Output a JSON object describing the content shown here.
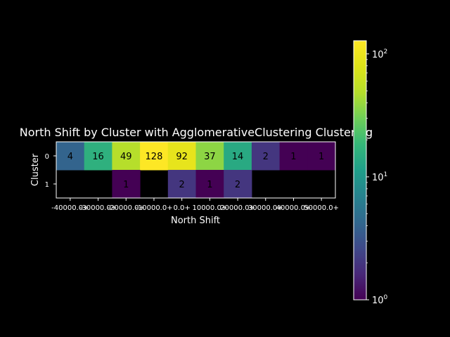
{
  "chart_data": {
    "type": "heatmap",
    "title": "North Shift by Cluster with AgglomerativeClustering Clustering",
    "xlabel": "North Shift",
    "ylabel": "Cluster",
    "x_categories": [
      "-40000.0+",
      "-30000.0+",
      "-20000.0+",
      "-10000.0+",
      "0.0+",
      "10000.0+",
      "20000.0+",
      "30000.0+",
      "40000.0+",
      "50000.0+"
    ],
    "y_categories": [
      "0",
      "1"
    ],
    "values": [
      [
        4,
        16,
        49,
        128,
        92,
        37,
        14,
        2,
        1,
        1
      ],
      [
        null,
        null,
        1,
        null,
        2,
        1,
        2,
        null,
        null,
        null
      ]
    ],
    "colorbar": {
      "scale": "log",
      "min": 1,
      "max": 128,
      "ticks": [
        {
          "value": 1,
          "base": "10",
          "exp": "0"
        },
        {
          "value": 10,
          "base": "10",
          "exp": "1"
        },
        {
          "value": 100,
          "base": "10",
          "exp": "2"
        }
      ],
      "colormap": "viridis"
    }
  }
}
